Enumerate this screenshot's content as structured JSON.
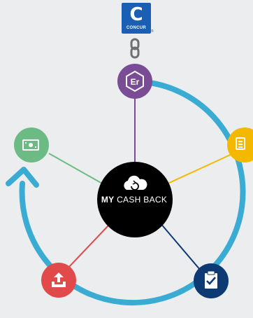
{
  "logo": {
    "wordmark": "CONCUR",
    "registered_mark": "®",
    "letter": "C"
  },
  "center": {
    "label_bold": "MY",
    "label_light": "CASH BACK"
  },
  "colors": {
    "ring": "#3aabd2",
    "center": "#000000",
    "concur": "#1a5fb4",
    "node_expense_report": "#7a4c96",
    "node_receipt": "#f5b800",
    "node_approval": "#0d3a73",
    "node_submit": "#e04a4b",
    "node_reimburse": "#6dbb84",
    "background": "#ecedee"
  },
  "nodes": [
    {
      "name": "expense-report",
      "label": "Er",
      "icon": "hexagon-er-icon"
    },
    {
      "name": "receipt",
      "icon": "document-icon"
    },
    {
      "name": "approval",
      "icon": "clipboard-check-icon"
    },
    {
      "name": "submit",
      "icon": "upload-tray-icon"
    },
    {
      "name": "reimburse",
      "icon": "cash-icon"
    }
  ]
}
